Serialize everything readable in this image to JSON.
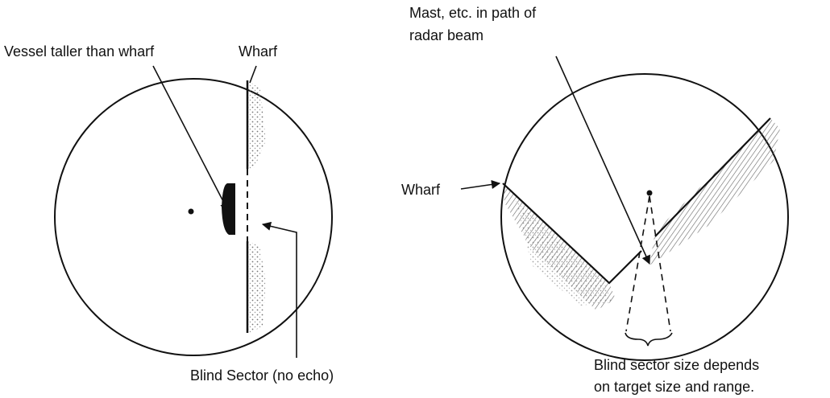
{
  "left_diagram": {
    "vessel_label": "Vessel taller than wharf",
    "wharf_label": "Wharf",
    "blind_sector_label": "Blind Sector (no echo)"
  },
  "right_diagram": {
    "mast_label_line1": "Mast, etc. in path of",
    "mast_label_line2": "radar beam",
    "wharf_label": "Wharf",
    "note_line1": "Blind sector size depends",
    "note_line2": "on target size and range."
  },
  "colors": {
    "ink": "#111111",
    "hatch": "#444444",
    "paper": "#ffffff"
  }
}
